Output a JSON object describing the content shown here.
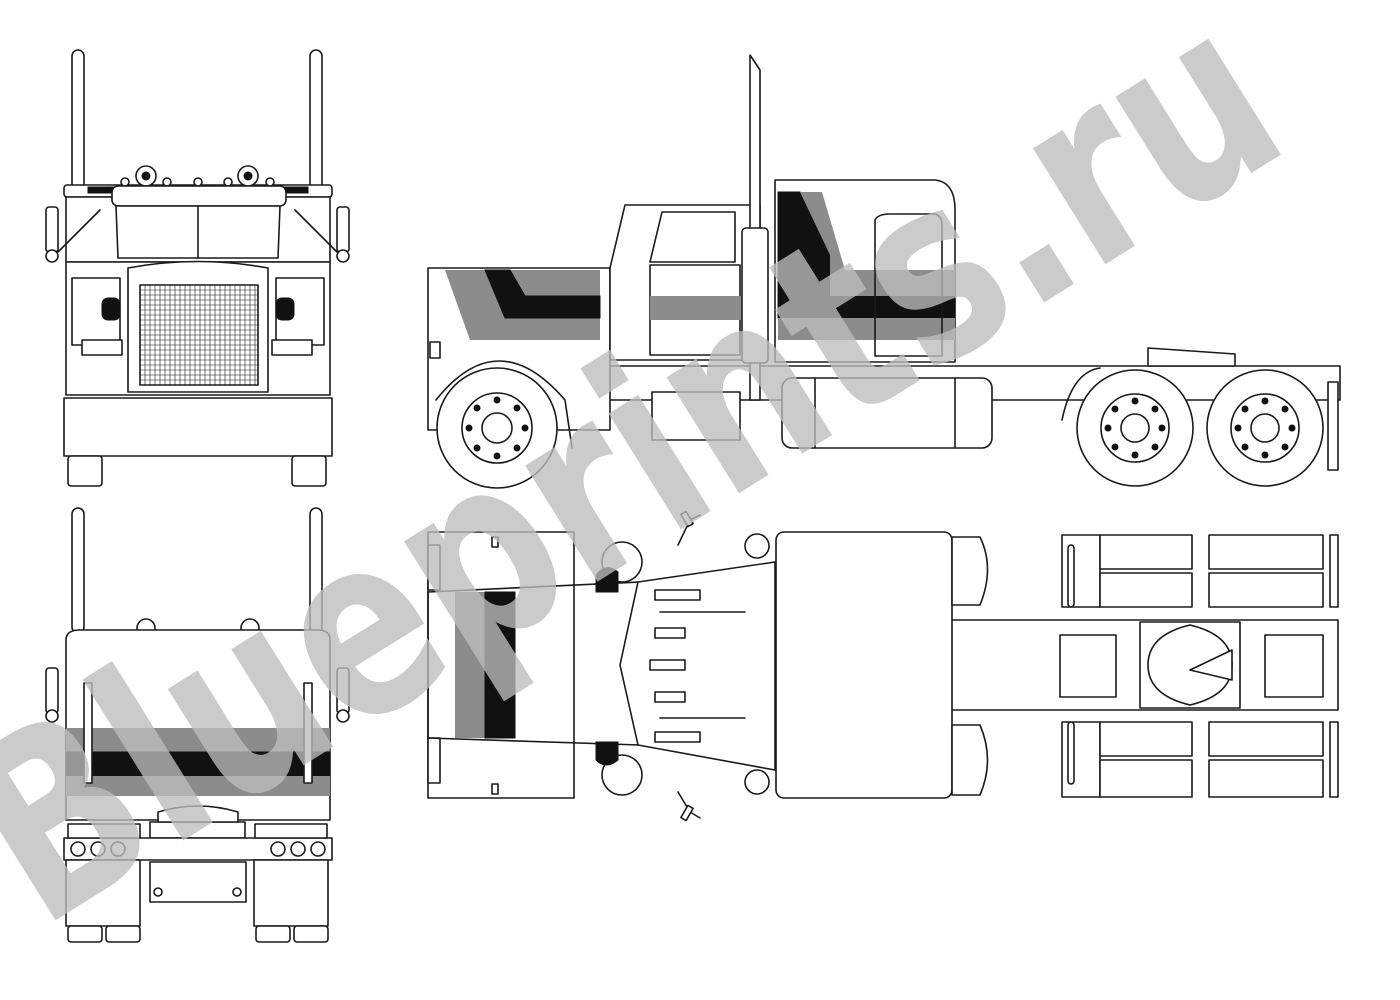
{
  "watermark": {
    "text": "Blueprints.ru",
    "glyphs": [
      "B",
      "l",
      "u",
      "e",
      "p",
      "r",
      "i",
      "n",
      "t",
      "s",
      ".",
      "r",
      "u"
    ],
    "color": "#bdbdbd"
  },
  "drawing": {
    "line_color": "#1a1a1a",
    "stripe_colors": {
      "dark": "#111111",
      "grey": "#8c8c8c"
    },
    "views": [
      "front-view",
      "side-view",
      "rear-view",
      "top-view"
    ]
  }
}
